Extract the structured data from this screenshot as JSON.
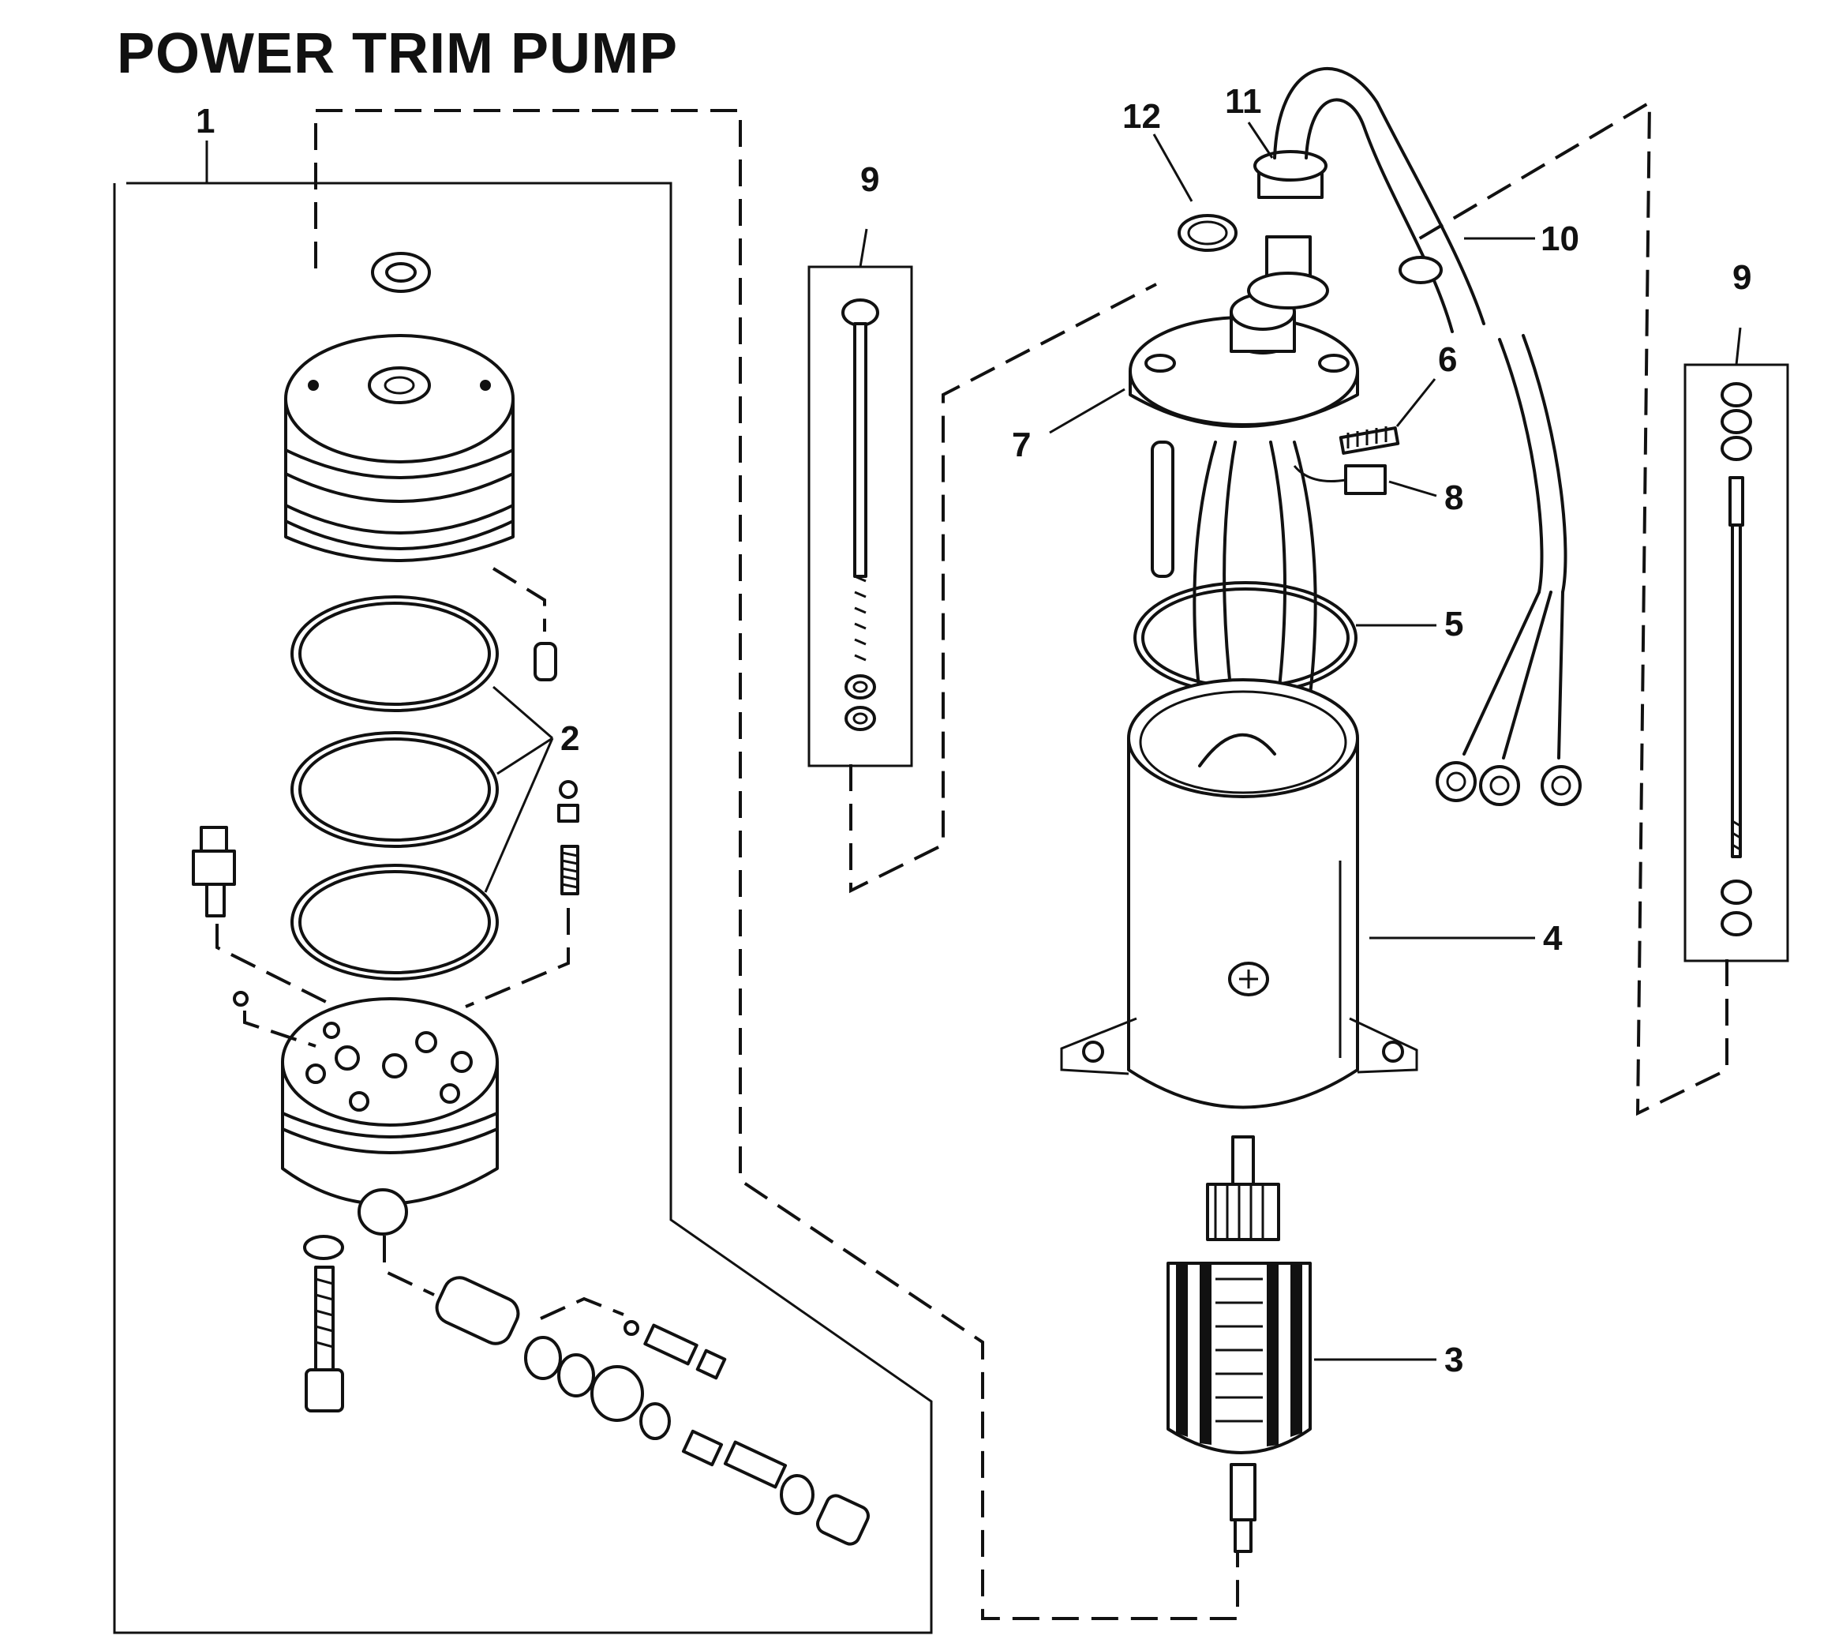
{
  "title": "POWER TRIM PUMP",
  "callouts": {
    "c1": "1",
    "c2": "2",
    "c3": "3",
    "c4": "4",
    "c5": "5",
    "c6": "6",
    "c7": "7",
    "c8": "8",
    "c9_left": "9",
    "c9_right": "9",
    "c10": "10",
    "c11": "11",
    "c12": "12"
  }
}
